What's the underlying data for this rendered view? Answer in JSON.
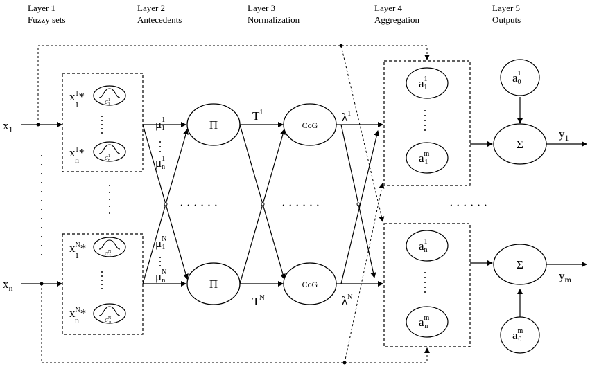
{
  "layers": [
    {
      "title": "Layer 1",
      "subtitle": "Fuzzy sets"
    },
    {
      "title": "Layer 2",
      "subtitle": "Antecedents"
    },
    {
      "title": "Layer 3",
      "subtitle": "Normalization"
    },
    {
      "title": "Layer 4",
      "subtitle": "Aggregation"
    },
    {
      "title": "Layer 5",
      "subtitle": "Outputs"
    }
  ],
  "inputs": {
    "x1": {
      "base": "x",
      "sub": "1"
    },
    "xn": {
      "base": "x",
      "sub": "n"
    }
  },
  "fuzzy_sets": {
    "top_first": {
      "base": "x",
      "sub": "1",
      "sup": "1",
      "star": "*",
      "sigma_sup": "1"
    },
    "top_last": {
      "base": "x",
      "sub": "n",
      "sup": "1",
      "star": "*",
      "sigma_sup": "1"
    },
    "bottom_first": {
      "base": "x",
      "sub": "1",
      "sup": "N",
      "star": "*",
      "sigma_sup": "N"
    },
    "bottom_last": {
      "base": "x",
      "sub": "n",
      "sup": "N",
      "star": "*",
      "sigma_sup": "N"
    },
    "sigma_top_first_sub": "1",
    "sigma_top_last_sub": "n",
    "sigma_bottom_first_sub": "1",
    "sigma_bottom_last_sub": "n",
    "sigma_symbol": "σ"
  },
  "memberships": {
    "mu_top_1": {
      "sub": "1",
      "sup": "1"
    },
    "mu_top_n": {
      "sub": "n",
      "sup": "1"
    },
    "mu_bot_1": {
      "sub": "1",
      "sup": "N"
    },
    "mu_bot_n": {
      "sub": "n",
      "sup": "N"
    },
    "mu_symbol": "μ"
  },
  "nodes": {
    "product_symbol": "Π",
    "cog_label": "CoG",
    "sum_symbol": "Σ"
  },
  "firing": {
    "T_top": {
      "base": "T",
      "sup": "1"
    },
    "T_bottom": {
      "base": "T",
      "sup": "N"
    },
    "lambda_top": {
      "base": "λ",
      "sup": "1"
    },
    "lambda_bottom": {
      "base": "λ",
      "sup": "N"
    }
  },
  "aggregation": {
    "top_first": {
      "base": "a",
      "sub": "1",
      "sup": "1"
    },
    "top_last": {
      "base": "a",
      "sub": "1",
      "sup": "m"
    },
    "bottom_first": {
      "base": "a",
      "sub": "n",
      "sup": "1"
    },
    "bottom_last": {
      "base": "a",
      "sub": "n",
      "sup": "m"
    }
  },
  "outputs": {
    "bias_top": {
      "base": "a",
      "sub": "0",
      "sup": "1"
    },
    "bias_bottom": {
      "base": "a",
      "sub": "0",
      "sup": "m"
    },
    "y1": {
      "base": "y",
      "sub": "1"
    },
    "ym": {
      "base": "y",
      "sub": "m"
    }
  },
  "ellipsis_h": "· · · · · ·"
}
